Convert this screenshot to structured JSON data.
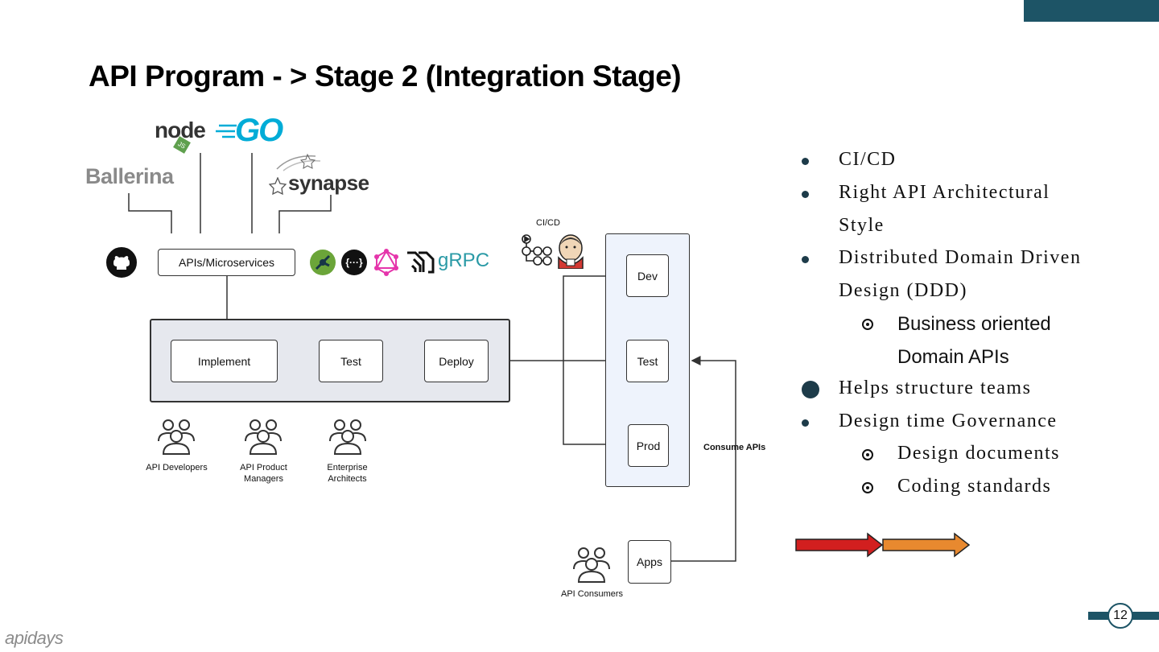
{
  "slide": {
    "title": "API Program  - > Stage 2 (Integration Stage)",
    "page_number": "12",
    "brand": "apidays"
  },
  "colors": {
    "accent": "#1d5466",
    "stage_panel": "#e6e8ee",
    "env_panel": "#eef3fc",
    "arrow_red": "#d21f1f",
    "arrow_orange": "#e8892f"
  },
  "logos": {
    "node": "node",
    "node_badge": "JS",
    "go": "GO",
    "ballerina": "Ballerina",
    "synapse": "synapse",
    "grpc": "gRPC"
  },
  "diagram": {
    "apis_box": "APIs/Microservices",
    "pipeline": [
      "Implement",
      "Test",
      "Deploy"
    ],
    "cicd_label": "CI/CD",
    "environments": [
      "Dev",
      "Test",
      "Prod"
    ],
    "consume_label": "Consume APIs",
    "apps_box": "Apps",
    "roles": [
      {
        "label": "API Developers"
      },
      {
        "label": "API Product\nManagers"
      },
      {
        "label": "Enterprise\nArchitects"
      }
    ],
    "consumers": "API Consumers"
  },
  "bullets": {
    "b1": "CI/CD",
    "b2a": "Right API Architectural",
    "b2b": "Style",
    "b3a": "Distributed Domain Driven",
    "b3b": "Design (DDD)",
    "s1a": "Business oriented",
    "s1b": "Domain APIs",
    "b4": "Helps structure teams",
    "b5": "Design time Governance",
    "s2": "Design documents",
    "s3": "Coding standards"
  }
}
